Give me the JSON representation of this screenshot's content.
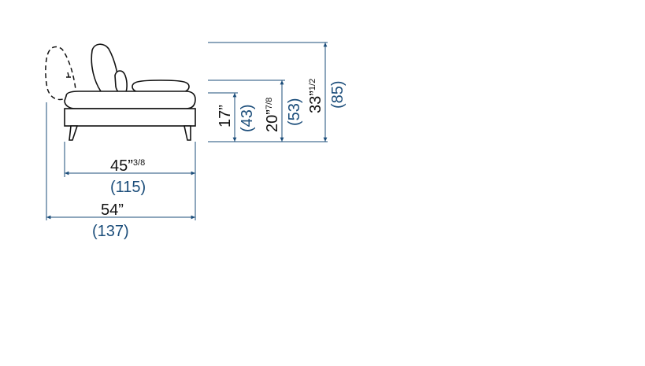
{
  "colors": {
    "imperial": "#111111",
    "metric": "#1b4d7a",
    "outline": "#111111"
  },
  "dimensions": {
    "inner_width": {
      "imperial": "45”",
      "imperial_fraction": "3/8",
      "metric": "(115)"
    },
    "total_width": {
      "imperial": "54”",
      "metric": "(137)"
    },
    "seat_height": {
      "imperial": "17”",
      "metric": "(43)"
    },
    "arm_height": {
      "imperial": "20”",
      "imperial_fraction": "7/8",
      "metric": "(53)"
    },
    "total_height": {
      "imperial": "33”",
      "imperial_fraction": "1/2",
      "metric": "(85)"
    }
  }
}
